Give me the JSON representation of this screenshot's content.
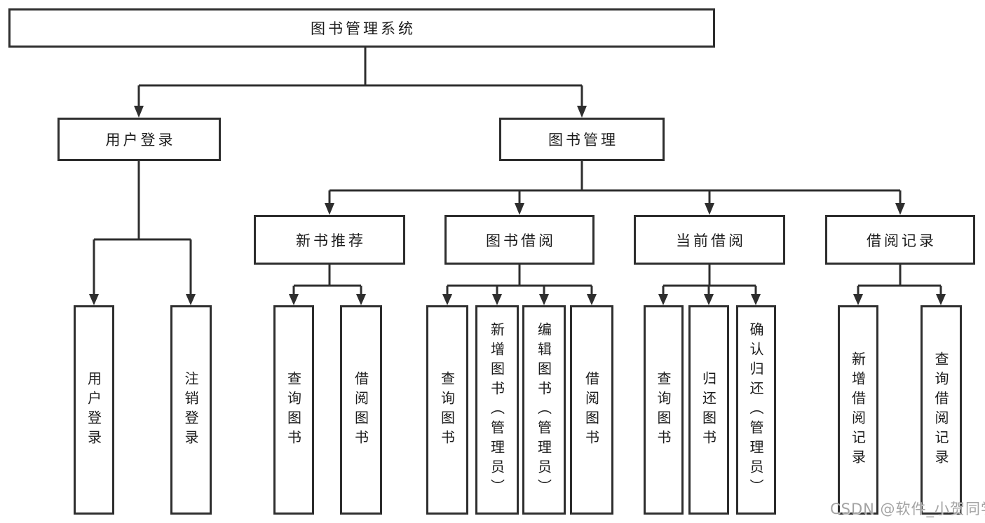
{
  "colors": {
    "line": "#2e2e2e",
    "text": "#1c1c1c",
    "box_bg": "#ffffff",
    "background": "#ffffff",
    "watermark": "#a3a3a3"
  },
  "nodes": {
    "root": {
      "label": "图书管理系统"
    },
    "user_login": {
      "label": "用户登录"
    },
    "book_mgmt": {
      "label": "图书管理"
    },
    "leaf_user_login": {
      "label": "用户登录"
    },
    "leaf_logout": {
      "label": "注销登录"
    },
    "new_book_rec": {
      "label": "新书推荐"
    },
    "book_borrow": {
      "label": "图书借阅"
    },
    "current_borrow": {
      "label": "当前借阅"
    },
    "borrow_records": {
      "label": "借阅记录"
    },
    "nb_query_books": {
      "label": "查询图书"
    },
    "nb_borrow_books": {
      "label": "借阅图书"
    },
    "bb_query_books": {
      "label": "查询图书"
    },
    "bb_add_books": {
      "label": "新增图书（管理员）"
    },
    "bb_edit_books": {
      "label": "编辑图书（管理员）"
    },
    "bb_borrow_books": {
      "label": "借阅图书"
    },
    "cb_query_books": {
      "label": "查询图书"
    },
    "cb_return_books": {
      "label": "归还图书"
    },
    "cb_confirm_return": {
      "label": "确认归还（管理员）"
    },
    "br_add_record": {
      "label": "新增借阅记录"
    },
    "br_query_record": {
      "label": "查询借阅记录"
    }
  },
  "watermark": {
    "text": "CSDN @软件_小贺同学"
  }
}
